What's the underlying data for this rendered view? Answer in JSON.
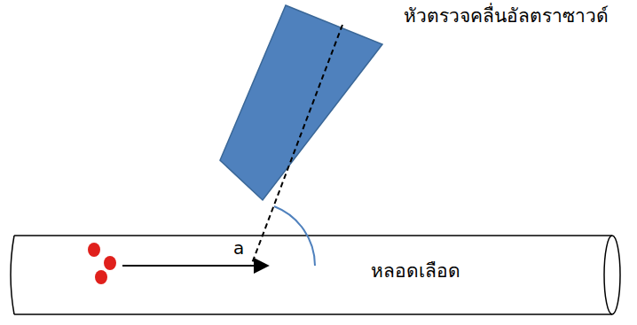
{
  "diagram": {
    "labels": [
      "หัวตรวจคลื่นอัลตราซาวด์",
      "a",
      "หลอดเลือด"
    ]
  }
}
